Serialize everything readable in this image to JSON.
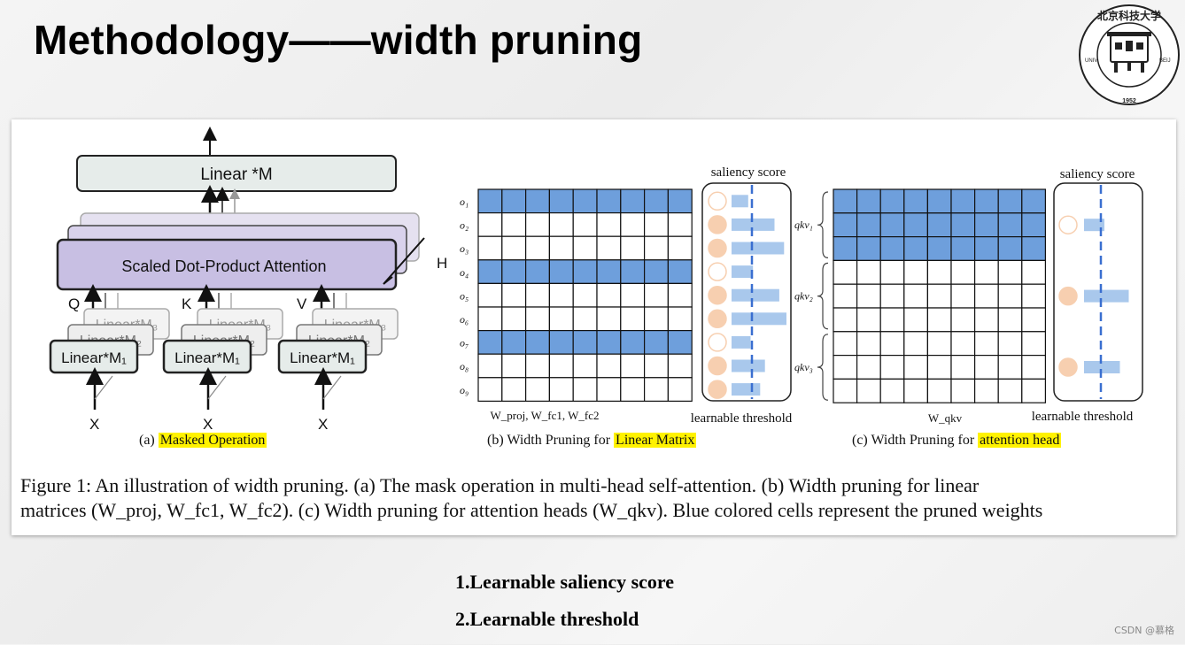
{
  "slide": {
    "title": "Methodology——width pruning",
    "watermark": "CSDN @慕格"
  },
  "logo": {
    "name": "University of Science and Technology Beijing seal",
    "top_text": "北京科技大学",
    "ring_text": "UNIVERSITY OF SCIENCE AND TECHNOLOGY BEIJING",
    "year_text": "1952"
  },
  "panel_a": {
    "top_box": "Linear *M",
    "attention_box": "Scaled Dot-Product Attention",
    "h_label": "H",
    "qkv_labels": [
      "Q",
      "K",
      "V"
    ],
    "linear_front": "Linear*M₁",
    "linear_mid": "Linear*M₂",
    "linear_back": "Linear*M₃",
    "inputs": [
      "X",
      "X",
      "X"
    ],
    "caption_prefix": "(a) ",
    "caption_highlight": "Masked Operation"
  },
  "panel_b": {
    "row_labels": [
      "o₁",
      "o₂",
      "o₃",
      "o₄",
      "o₅",
      "o₆",
      "o₇",
      "o₈",
      "o₉"
    ],
    "pruned_rows": [
      0,
      3,
      6
    ],
    "saliency_title": "saliency score",
    "threshold_label": "learnable threshold",
    "matrix_label": "W_proj, W_fc1, W_fc2",
    "saliency_values": [
      0.2,
      0.75,
      0.95,
      0.3,
      0.85,
      1.0,
      0.25,
      0.55,
      0.45
    ],
    "caption_prefix": "(b) Width Pruning for ",
    "caption_highlight": "Linear Matrix"
  },
  "panel_c": {
    "group_labels": [
      "qkv₁",
      "qkv₂",
      "qkv₃"
    ],
    "pruned_rows": [
      0,
      1,
      2
    ],
    "saliency_title": "saliency score",
    "threshold_label": "learnable threshold",
    "matrix_label": "W_qkv",
    "saliency_values": [
      0.3,
      0.85,
      0.65
    ],
    "caption_prefix": "(c) Width Pruning for ",
    "caption_highlight": "attention head"
  },
  "figure_caption": {
    "line1": "Figure 1: An illustration of width pruning. (a) The mask operation in multi-head self-attention. (b) Width pruning for linear",
    "line2": "matrices (W_proj, W_fc1, W_fc2). (c) Width pruning for attention heads (W_qkv). Blue colored cells represent the pruned weights"
  },
  "bullets": [
    "1.Learnable saliency score",
    "2.Learnable threshold"
  ],
  "colors": {
    "pruned_cell": "#6e9fdc",
    "attention_fill": "#c8bfe3",
    "saliency_bar": "#a9c8ec",
    "saliency_dot": "#f7cfb0",
    "threshold_line": "#3a6fd0",
    "highlight": "#fff200"
  }
}
